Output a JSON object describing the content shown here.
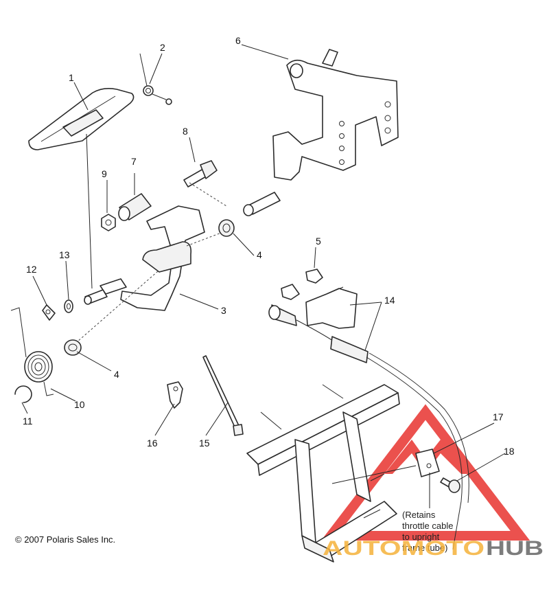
{
  "callouts": {
    "c1": "1",
    "c2": "2",
    "c3": "3",
    "c4a": "4",
    "c4b": "4",
    "c5": "5",
    "c6": "6",
    "c7": "7",
    "c8": "8",
    "c9": "9",
    "c10": "10",
    "c11": "11",
    "c12": "12",
    "c13": "13",
    "c14": "14",
    "c15": "15",
    "c16": "16",
    "c17": "17",
    "c18": "18"
  },
  "note": {
    "line1": "(Retains",
    "line2": "throttle cable",
    "line3": "to upright",
    "line4": "frame tube)"
  },
  "copyright": "© 2007 Polaris Sales Inc.",
  "watermark": {
    "part1": "AUTOMOTO",
    "part2": "HUB",
    "accent_color": "#e8332f",
    "highlight_color": "#f5b23a"
  }
}
